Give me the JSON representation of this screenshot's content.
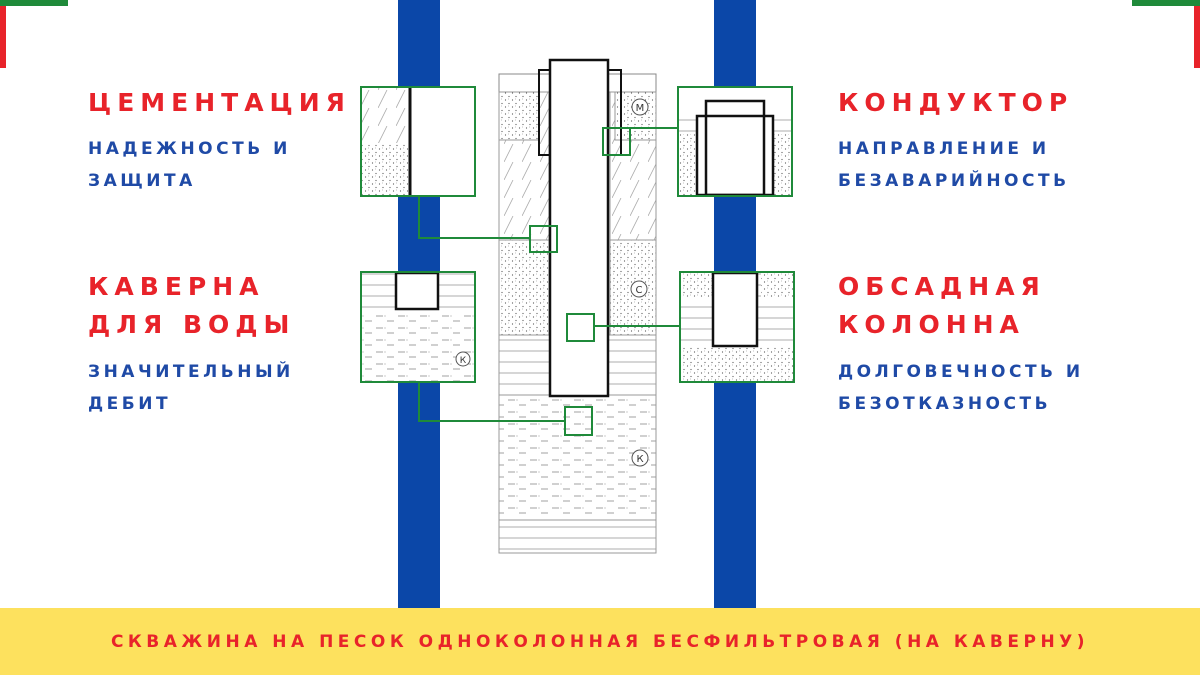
{
  "colors": {
    "accent_red": "#e8232a",
    "text_blue": "#1f4aa6",
    "bar_blue": "#0b47a8",
    "callout_green": "#1f8a3a",
    "footer_yellow": "#fde15e"
  },
  "labels": {
    "cementation": {
      "title": "ЦЕМЕНТАЦИЯ",
      "subtitle": "НАДЕЖНОСТЬ И\nЗАЩИТА"
    },
    "conductor": {
      "title": "КОНДУКТОР",
      "subtitle": "НАПРАВЛЕНИЕ И\nБЕЗАВАРИЙНОСТЬ"
    },
    "cavern": {
      "title": "КАВЕРНА\nДЛЯ ВОДЫ",
      "subtitle": "ЗНАЧИТЕЛЬНЫЙ\nДЕБИТ"
    },
    "casing": {
      "title": "ОБСАДНАЯ\nКОЛОННА",
      "subtitle": "ДОЛГОВЕЧНОСТЬ И\nБЕЗОТКАЗНОСТЬ"
    }
  },
  "soil_markers": {
    "m": "М",
    "c": "С",
    "k": "К"
  },
  "footer": {
    "text": "СКВАЖИНА НА ПЕСОК ОДНОКОЛОННАЯ БЕСФИЛЬТРОВАЯ (НА КАВЕРНУ)"
  }
}
